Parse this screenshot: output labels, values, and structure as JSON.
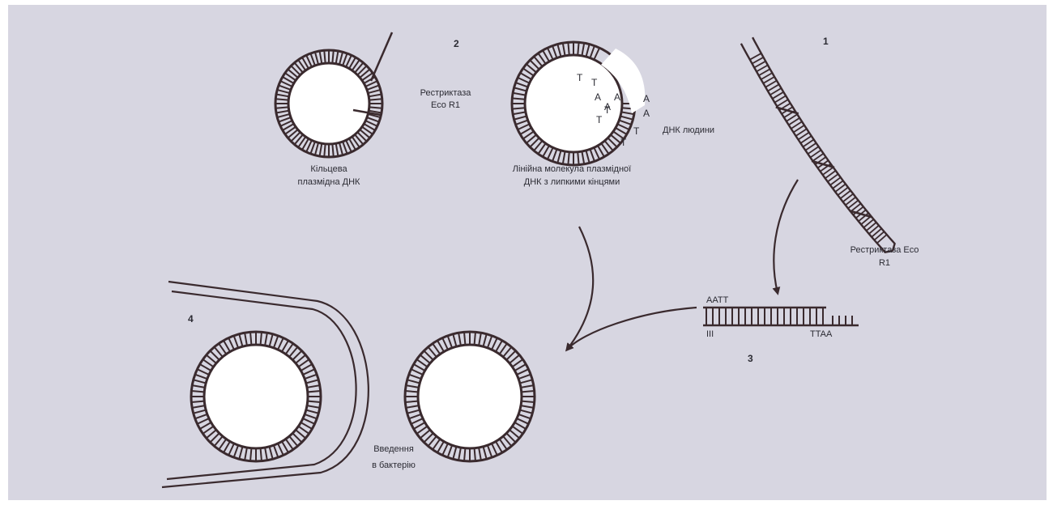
{
  "colors": {
    "background": "#d7d6e1",
    "border": "#ffffff",
    "ink": "#3a2a2e",
    "plasmid_fill": "#ffffff"
  },
  "steps": {
    "step1": "1",
    "step2": "2",
    "step3": "3",
    "step4": "4"
  },
  "labels": {
    "circular_plasmid_line1": "Кільцева",
    "circular_plasmid_line2": "плазмідна ДНК",
    "restrictase_line1": "Рестриктаза",
    "restrictase_line2": "Eco R1",
    "linear_plasmid_line1": "Лінійна молекула плазмідної",
    "linear_plasmid_line2": "ДНК з липкими кінцями",
    "human_dna": "ДНК людини",
    "restrictase_human_line1": "Рестриктаза Eco",
    "restrictase_human_line2": "R1",
    "intro_line1": "Введення",
    "intro_line2": "в бактерію"
  },
  "sticky_bases": {
    "inner": [
      "T",
      "T",
      "A",
      "A",
      "A",
      "T",
      "T"
    ],
    "outer": [
      "A",
      "A",
      "T",
      "T"
    ]
  },
  "fragment": {
    "top_left": "AATT",
    "bottom_left": "III",
    "bottom_right": "TTAA"
  },
  "icons": {
    "plasmid": "dna-ring-icon",
    "arrow": "curved-arrow-icon"
  }
}
